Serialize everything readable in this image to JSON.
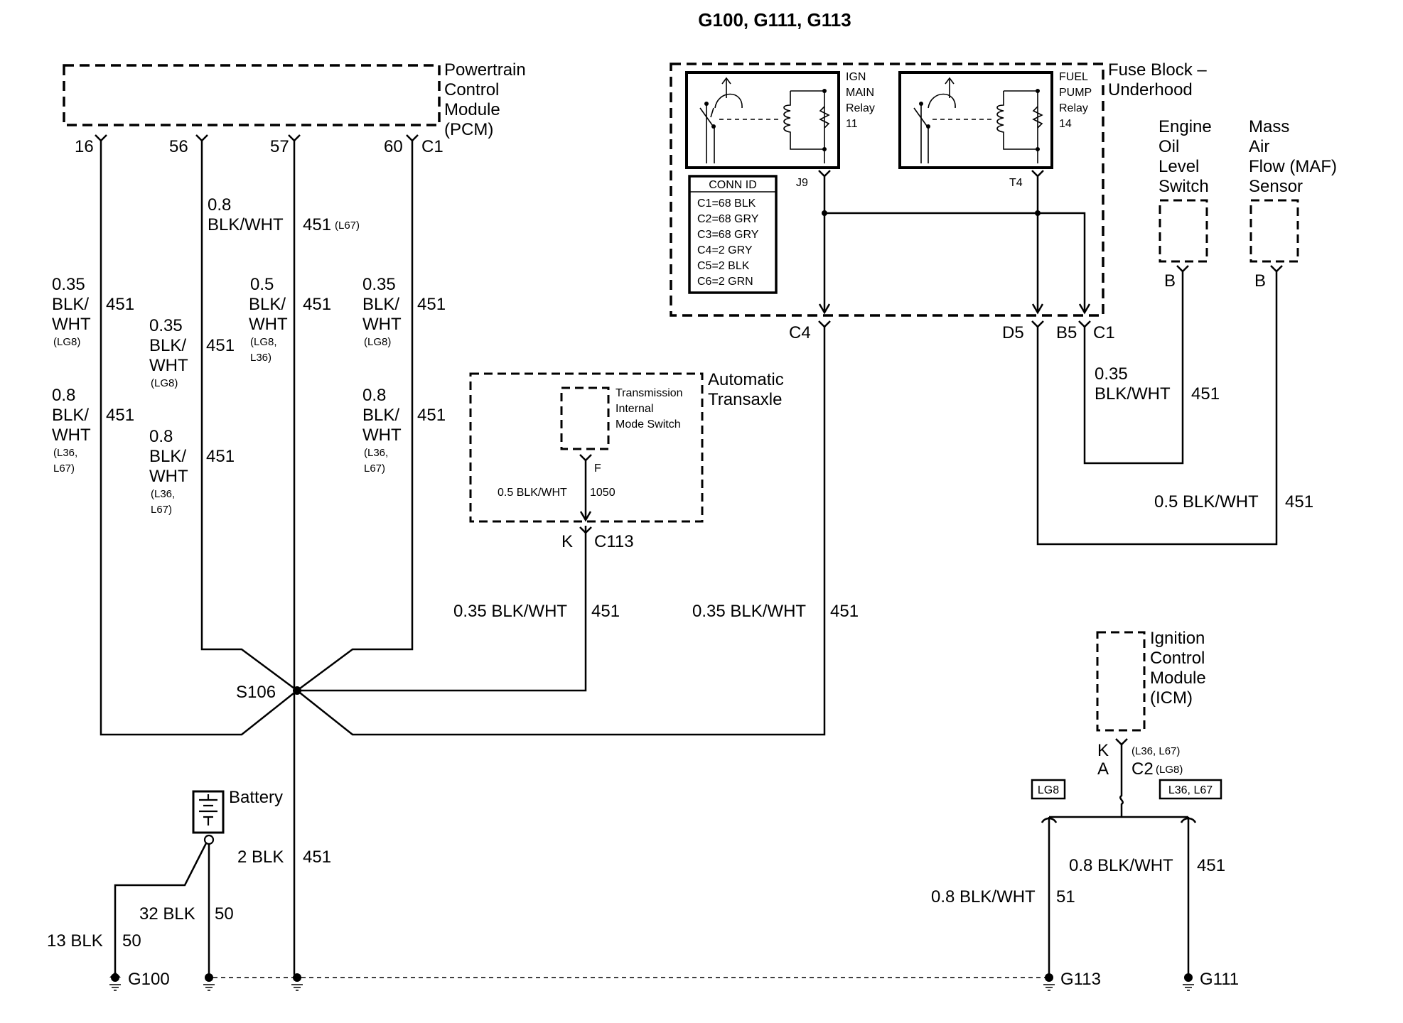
{
  "title": "G100, G111, G113",
  "components": {
    "pcm": [
      "Powertrain",
      "Control",
      "Module",
      "(PCM)"
    ],
    "fuse_block": [
      "Fuse Block –",
      "Underhood"
    ],
    "ign_relay": [
      "IGN",
      "MAIN",
      "Relay",
      "11"
    ],
    "fuel_relay": [
      "FUEL",
      "PUMP",
      "Relay",
      "14"
    ],
    "eols": [
      "Engine",
      "Oil",
      "Level",
      "Switch"
    ],
    "maf": [
      "Mass",
      "Air",
      "Flow (MAF)",
      "Sensor"
    ],
    "transaxle": [
      "Automatic",
      "Transaxle"
    ],
    "tims": [
      "Transmission",
      "Internal",
      "Mode Switch"
    ],
    "icm": [
      "Ignition",
      "Control",
      "Module",
      "(ICM)"
    ],
    "battery": "Battery"
  },
  "conn_id": {
    "header": "CONN ID",
    "rows": [
      "C1=68 BLK",
      "C2=68 GRY",
      "C3=68 GRY",
      "C4=2 GRY",
      "C5=2 BLK",
      "C6=2 GRN"
    ]
  },
  "pins": {
    "pcm": [
      "16",
      "56",
      "57",
      "60",
      "C1"
    ],
    "fuse_top": [
      "J9",
      "T4"
    ],
    "fuse_bottom": [
      "C4",
      "D5",
      "B5",
      "C1"
    ],
    "eols": "B",
    "maf": "B",
    "tims": "F",
    "transaxle_conn": [
      "K",
      "C113"
    ],
    "icm_pins": [
      "K",
      "A"
    ],
    "icm_conn": "C2",
    "icm_variant_a": "(L36, L67)",
    "icm_variant_b": "(LG8)",
    "splice": "S106"
  },
  "options": [
    "LG8",
    "L36, L67"
  ],
  "wires": {
    "pcm57": [
      "0.8",
      "BLK/WHT",
      "451",
      "(L67)"
    ],
    "pcm16_a": [
      "0.35",
      "BLK/",
      "WHT",
      "(LG8)",
      "451"
    ],
    "pcm16_b": [
      "0.8",
      "BLK/",
      "WHT",
      "(L36,",
      "L67)",
      "451"
    ],
    "pcm56_a": [
      "0.35",
      "BLK/",
      "WHT",
      "(LG8)",
      "451"
    ],
    "pcm56_b": [
      "0.8",
      "BLK/",
      "WHT",
      "(L36,",
      "L67)",
      "451"
    ],
    "pcm57_b": [
      "0.5",
      "BLK/",
      "WHT",
      "(LG8,",
      "L36)",
      "451"
    ],
    "pcm60_a": [
      "0.35",
      "BLK/",
      "WHT",
      "(LG8)",
      "451"
    ],
    "pcm60_b": [
      "0.8",
      "BLK/",
      "WHT",
      "(L36,",
      "L67)",
      "451"
    ],
    "eols_wire": [
      "0.35",
      "BLK/WHT",
      "451"
    ],
    "maf_wire": [
      "0.5 BLK/WHT",
      "451"
    ],
    "tims_wire": [
      "0.5 BLK/WHT",
      "1050"
    ],
    "c113_wire": [
      "0.35 BLK/WHT",
      "451"
    ],
    "c4_wire": [
      "0.35 BLK/WHT",
      "451"
    ],
    "main_ground": [
      "2 BLK",
      "451"
    ],
    "battery_32": [
      "32 BLK",
      "50"
    ],
    "battery_13": [
      "13 BLK",
      "50"
    ],
    "icm_g113": [
      "0.8 BLK/WHT",
      "51"
    ],
    "icm_g111": [
      "0.8 BLK/WHT",
      "451"
    ]
  },
  "grounds": [
    "G100",
    "G113",
    "G111"
  ]
}
